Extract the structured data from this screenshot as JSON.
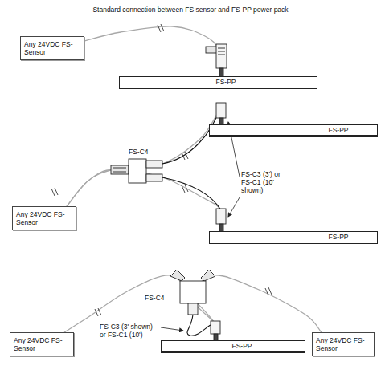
{
  "diagram": {
    "title": "Standard connection between FS sensor and FS-PP power pack",
    "nodes": [
      {
        "text": [
          "Any 24VDC FS-Sensor"
        ]
      },
      {
        "text": [
          "FS-PP"
        ]
      },
      {
        "text": [
          "FS-PP"
        ]
      },
      {
        "text": [
          "Any 24VDC FS-Sensor"
        ]
      },
      {
        "text": [
          "FS-PP"
        ]
      },
      {
        "text": [
          "Any 24VDC FS-Sensor"
        ]
      },
      {
        "text": [
          "FS-PP"
        ]
      },
      {
        "text": [
          "Any 24VDC FS-Sensor"
        ]
      }
    ],
    "edges": [
      {
        "from": 0,
        "to": 1,
        "arrow": "none"
      },
      {
        "from": 3,
        "to": 2,
        "arrow": "none"
      },
      {
        "from": 3,
        "to": 4,
        "arrow": "none"
      },
      {
        "from": 5,
        "to": 6,
        "arrow": "none"
      },
      {
        "from": 7,
        "to": 6,
        "arrow": "none"
      }
    ],
    "labels": [
      "FS-C4",
      "FS-C3 (3') or FS-C1 (10' shown)",
      "FS-C4",
      "FS-C3 (3' shown) or FS-C1 (10')"
    ]
  }
}
